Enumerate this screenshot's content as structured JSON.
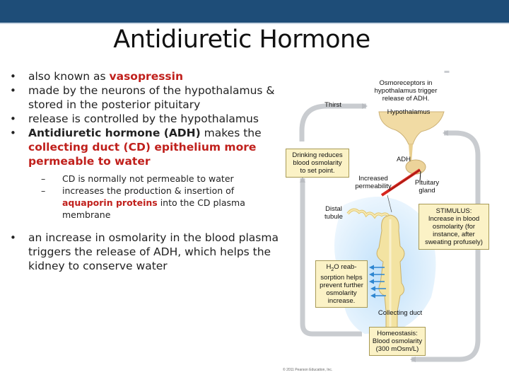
{
  "slide": {
    "title": "Antidiuretic Hormone"
  },
  "bullets": {
    "b1_pre": "also known as ",
    "b1_red": "vasopressin",
    "b2": "made by the neurons of the hypothalamus & stored in the posterior pituitary",
    "b3": "release is controlled by the hypothalamus",
    "b4_bold": "Antidiuretic hormone (ADH)",
    "b4_mid": " makes the ",
    "b4_red": "collecting duct (CD) epithelium more permeable to water",
    "sub1": "CD is normally not permeable to water",
    "sub2_pre": "increases the production & insertion of ",
    "sub2_red": "aquaporin proteins",
    "sub2_post": " into the CD plasma membrane",
    "b5": "an increase in osmolarity in the blood plasma triggers the release of ADH, which helps the kidney to conserve water"
  },
  "diagram": {
    "osmoreceptors_line1": "Osmoreceptors in",
    "osmoreceptors_line2": "hypothalamus trigger",
    "osmoreceptors_line3": "release of ADH.",
    "thirst": "Thirst",
    "hypothalamus": "Hypothalamus",
    "drinking_line1": "Drinking reduces",
    "drinking_line2": "blood osmolarity",
    "drinking_line3": "to set point.",
    "adh": "ADH",
    "increased_line1": "Increased",
    "increased_line2": "permeability",
    "pituitary_line1": "Pituitary",
    "pituitary_line2": "gland",
    "distal_line1": "Distal",
    "distal_line2": "tubule",
    "stimulus_line1": "STIMULUS:",
    "stimulus_line2": "Increase in blood",
    "stimulus_line3": "osmolarity (for",
    "stimulus_line4": "instance, after",
    "stimulus_line5": "sweating profusely)",
    "reab_h": "H",
    "reab_sub": "2",
    "reab_rest": "O reab-",
    "reab_line2": "sorption helps",
    "reab_line3": "prevent further",
    "reab_line4": "osmolarity",
    "reab_line5": "increase.",
    "collecting_duct": "Collecting duct",
    "homeostasis_line1": "Homeostasis:",
    "homeostasis_line2": "Blood osmolarity",
    "homeostasis_line3": "(300 mOsm/L)",
    "credit": "© 2011 Pearson Education, Inc.",
    "colors": {
      "loop": "#c9ccd0",
      "hypothalamus": "#f1dba4",
      "duct": "#f3e3a2",
      "fluid": "#d8ecfb",
      "box_fill": "#fbf2c6",
      "arrow_blue": "#2e86d1",
      "adh_red": "#d7261e"
    }
  }
}
